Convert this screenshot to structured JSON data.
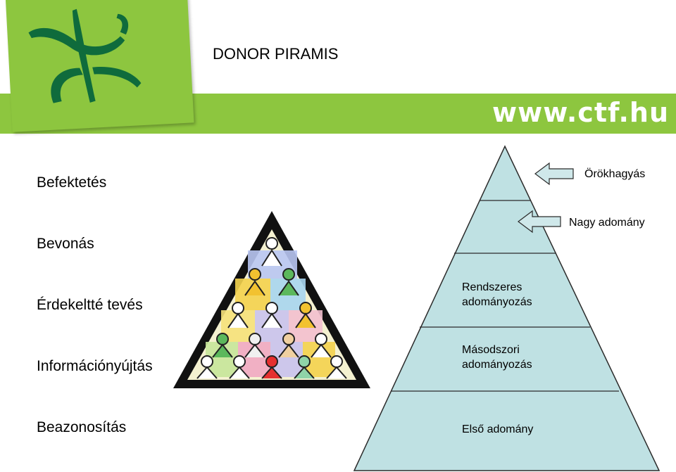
{
  "header": {
    "title": "DONOR PIRAMIS",
    "url": "www.ctf.hu"
  },
  "colors": {
    "brand_green": "#8dc63f",
    "logo_dark_green": "#0f6b3c",
    "pyramid_fill": "#bfe1e3",
    "pyramid_stroke": "#2b2b2b",
    "arrow_fill": "#cfe8ea"
  },
  "stages": [
    {
      "label": "Befektetés"
    },
    {
      "label": "Bevonás"
    },
    {
      "label": "Érdekeltté tevés"
    },
    {
      "label": "Információnyújtás"
    },
    {
      "label": "Beazonosítás"
    }
  ],
  "pyramid": {
    "levels": [
      {
        "line1": "Rendszeres",
        "line2": "adományozás"
      },
      {
        "line1": "Másodszori",
        "line2": "adományozás"
      },
      {
        "line1": "Első adomány",
        "line2": ""
      }
    ],
    "callouts": [
      {
        "label": "Örökhagyás"
      },
      {
        "label": "Nagy adomány"
      }
    ]
  },
  "icons": {
    "logo": "ctf-logo-icon",
    "people_pyramid": "people-pyramid-icon",
    "arrow": "left-arrow-icon"
  }
}
